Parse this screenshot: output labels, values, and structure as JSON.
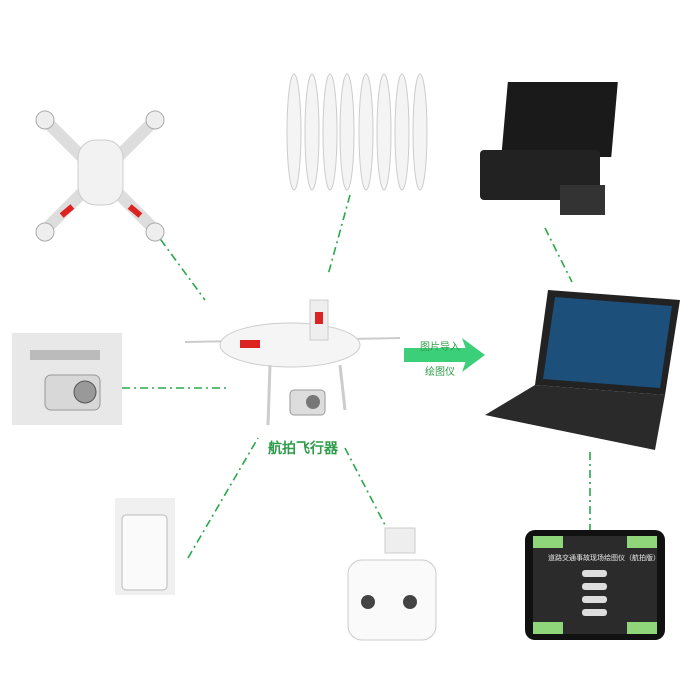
{
  "diagram": {
    "center_label": "航拍飞行器",
    "arrow_top_label": "图片导入",
    "arrow_bottom_label": "绘图仪",
    "tablet_title": "道路交通事故现场绘图仪（航拍版）",
    "colors": {
      "connector": "#2aa84a",
      "arrow": "#3ccf7a",
      "label": "#2e9c4a"
    }
  }
}
